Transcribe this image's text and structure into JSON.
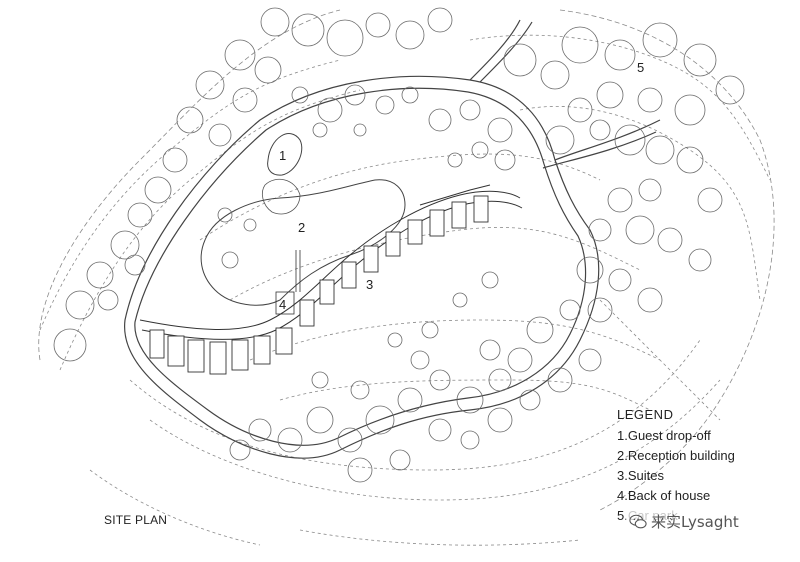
{
  "labels": {
    "n1": "1",
    "n2": "2",
    "n3": "3",
    "n4": "4",
    "n5": "5"
  },
  "legend": {
    "title": "LEGEND",
    "items": [
      "1.Guest drop-off",
      "2.Reception building",
      "3.Suites",
      "4.Back of house",
      "5.Car park"
    ]
  },
  "site_title": "SITE PLAN",
  "watermark": {
    "text": "来实Lysaght",
    "icon": "wechat-icon"
  },
  "colors": {
    "ink": "#222222",
    "tree": "#6a6a6a",
    "contour": "#8a8a8a"
  }
}
